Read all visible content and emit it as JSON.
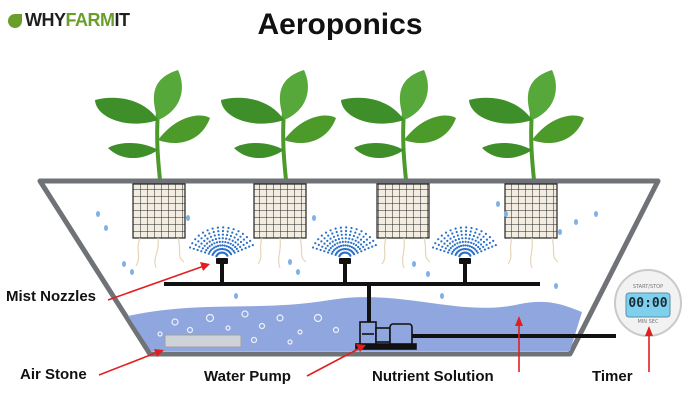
{
  "brand": {
    "part1": "WHY",
    "part2": "FARM",
    "part3": "IT",
    "accent": "#6a9e2a"
  },
  "title": "Aeroponics",
  "labels": {
    "mist_nozzles": "Mist Nozzles",
    "air_stone": "Air Stone",
    "water_pump": "Water Pump",
    "nutrient_solution": "Nutrient Solution",
    "timer": "Timer"
  },
  "timer": {
    "display": "00:00",
    "top_text": "START/STOP",
    "bottom_text": "MIN SEC"
  },
  "colors": {
    "container": "#6f7276",
    "water": "#8fa6de",
    "pipe": "#111111",
    "spray": "#2a70c8",
    "leaf": "#3e8e2a",
    "arrow": "#e02020",
    "timer_screen": "#7fd0ec"
  }
}
